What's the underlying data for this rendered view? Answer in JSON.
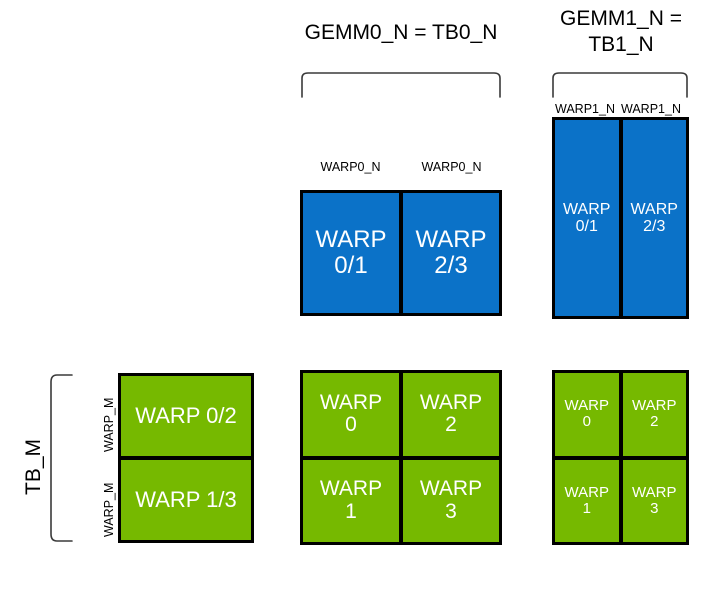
{
  "diagram": {
    "title_gemm0": "GEMM0_N = TB0_N",
    "title_gemm1": "GEMM1_N =\nTB1_N",
    "label_tb_m": "TB_M",
    "label_warp_m": "WARP_M",
    "label_warp0_n": "WARP0_N",
    "label_warp1_n": "WARP1_N",
    "colors": {
      "blue": "#0B72C8",
      "green": "#76B900",
      "outline": "#000000",
      "background": "#FFFFFF",
      "text_on_fill": "#FFFFFF"
    },
    "blue_group_left": {
      "column_labels": [
        "WARP0_N",
        "WARP0_N"
      ],
      "cells": [
        {
          "text": "WARP\n0/1"
        },
        {
          "text": "WARP\n2/3"
        }
      ]
    },
    "blue_group_right": {
      "column_labels": [
        "WARP1_N",
        "WARP1_N"
      ],
      "cells": [
        {
          "text": "WARP\n0/1"
        },
        {
          "text": "WARP\n2/3"
        }
      ]
    },
    "green_group_left": {
      "row_labels": [
        "WARP_M",
        "WARP_M"
      ],
      "bracket_label": "TB_M",
      "cells": [
        {
          "text": "WARP 0/2"
        },
        {
          "text": "WARP 1/3"
        }
      ]
    },
    "green_group_middle": {
      "cells": [
        {
          "text": "WARP\n0"
        },
        {
          "text": "WARP\n2"
        },
        {
          "text": "WARP\n1"
        },
        {
          "text": "WARP\n3"
        }
      ]
    },
    "green_group_right": {
      "cells": [
        {
          "text": "WARP\n0"
        },
        {
          "text": "WARP\n2"
        },
        {
          "text": "WARP\n1"
        },
        {
          "text": "WARP\n3"
        }
      ]
    }
  }
}
